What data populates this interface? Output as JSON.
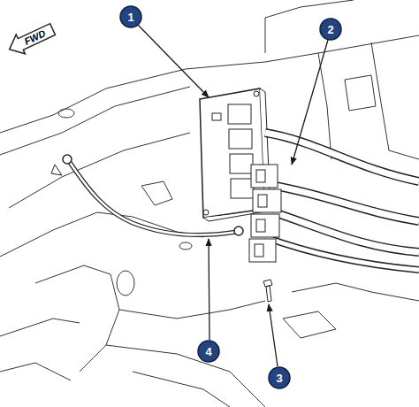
{
  "diagram": {
    "labels": [
      "1",
      "2",
      "3",
      "4",
      "FWD"
    ]
  }
}
